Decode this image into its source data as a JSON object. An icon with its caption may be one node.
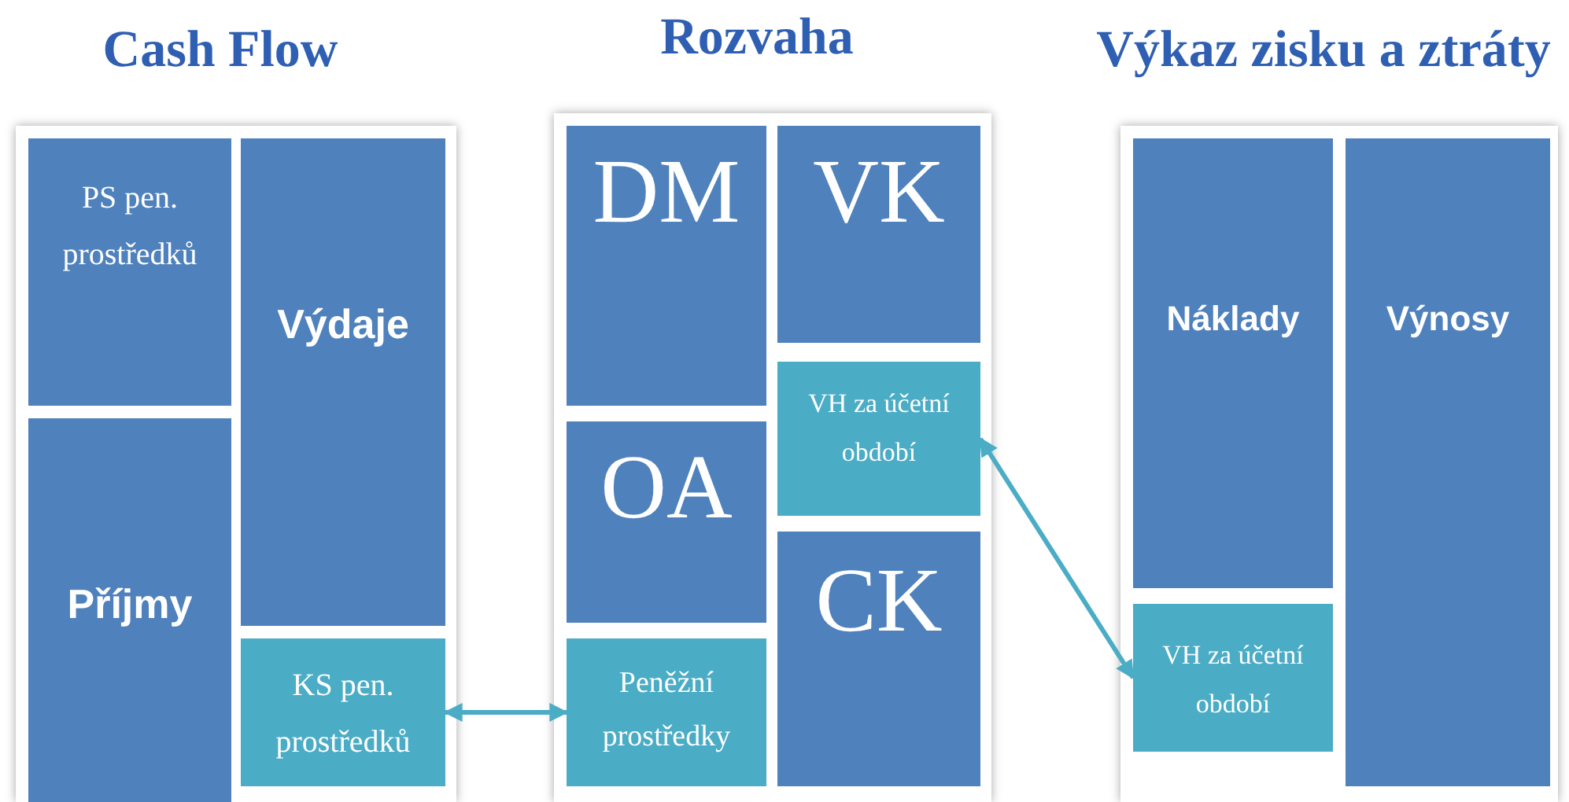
{
  "diagram": {
    "nodes": [
      {
        "text": [
          "Cash Flow"
        ]
      },
      {
        "text": [
          "PS pen. prostředků"
        ],
        "in": 0
      },
      {
        "text": [
          "Příjmy"
        ],
        "in": 0
      },
      {
        "text": [
          "Výdaje"
        ],
        "in": 0
      },
      {
        "text": [
          "KS pen. prostředků"
        ],
        "in": 0
      },
      {
        "text": [
          "Rozvaha"
        ]
      },
      {
        "text": [
          "DM"
        ],
        "in": 5
      },
      {
        "text": [
          "OA"
        ],
        "in": 5
      },
      {
        "text": [
          "Peněžní prostředky"
        ],
        "in": 5
      },
      {
        "text": [
          "VK"
        ],
        "in": 5
      },
      {
        "text": [
          "VH za účetní období"
        ],
        "in": 5
      },
      {
        "text": [
          "CK"
        ],
        "in": 5
      },
      {
        "text": [
          "Výkaz zisku a ztráty"
        ]
      },
      {
        "text": [
          "Náklady"
        ],
        "in": 12
      },
      {
        "text": [
          "VH za účetní období"
        ],
        "in": 12
      },
      {
        "text": [
          "Výnosy"
        ],
        "in": 12
      }
    ],
    "edges": [
      {
        "from": 4,
        "to": 8,
        "arrow": "both"
      },
      {
        "from": 10,
        "to": 14,
        "arrow": "both"
      }
    ]
  }
}
